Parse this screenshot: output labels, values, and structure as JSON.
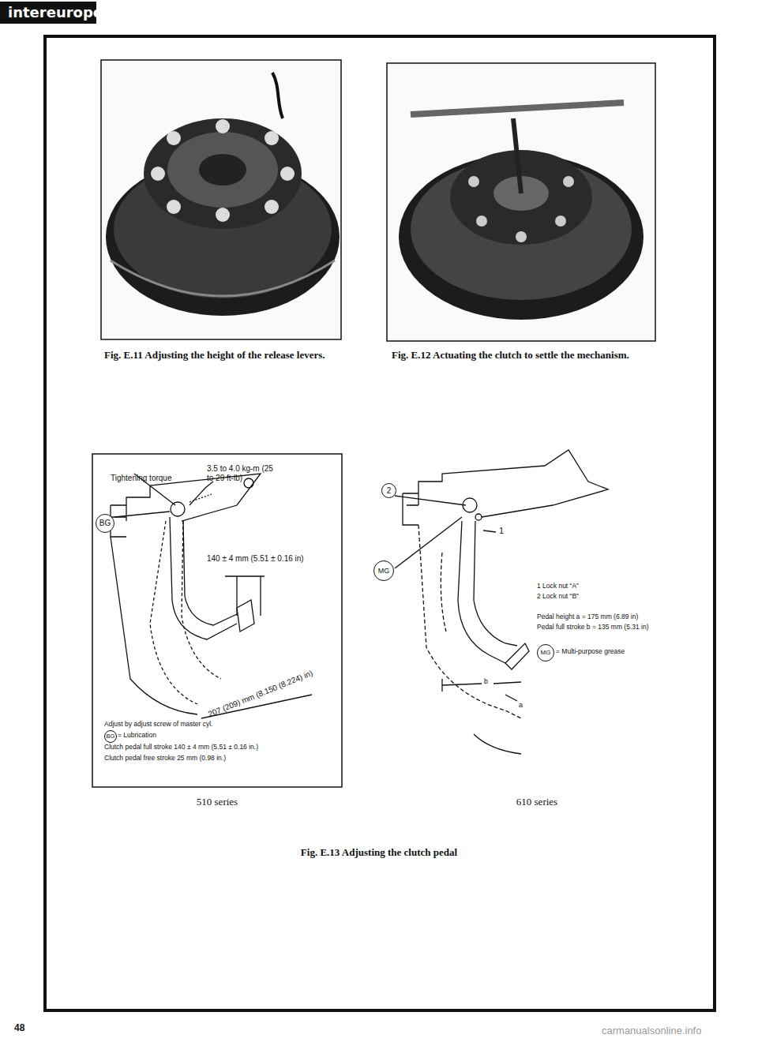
{
  "diagram": {
    "caption": "Fig. E.13 Adjusting the clutch pedal",
    "labels": [
      "intereurope",
      "Fig. E.11 Adjusting the height of the release levers.",
      "Fig. E.12 Actuating the clutch to settle the mechanism.",
      "Tightening torque",
      "3.5 to 4.0 kg-m (25 to 29 ft-lb)",
      "BG",
      "140 ± 4 mm (5.51 ± 0.16 in)",
      "207 (209) mm (8.150 (8.224) in)",
      "Adjust by adjust screw of master cyl.",
      "BG",
      "= Lubrication",
      "Clutch pedal full stroke 140 ± 4 mm (5.51 ± 0.16 in.)",
      "Clutch pedal free stroke 25 mm (0.98 in.)",
      "510 series",
      "2",
      "MG",
      "1",
      "1 Lock nut “A”",
      "2 Lock nut “B”",
      "Pedal height a = 175 mm (6.89 in)",
      "Pedal full stroke b = 135 mm (5.31 in)",
      "MG",
      "= Multi-purpose grease",
      "b",
      "a",
      "610 series",
      "48",
      "carmanualsonline.info"
    ]
  }
}
